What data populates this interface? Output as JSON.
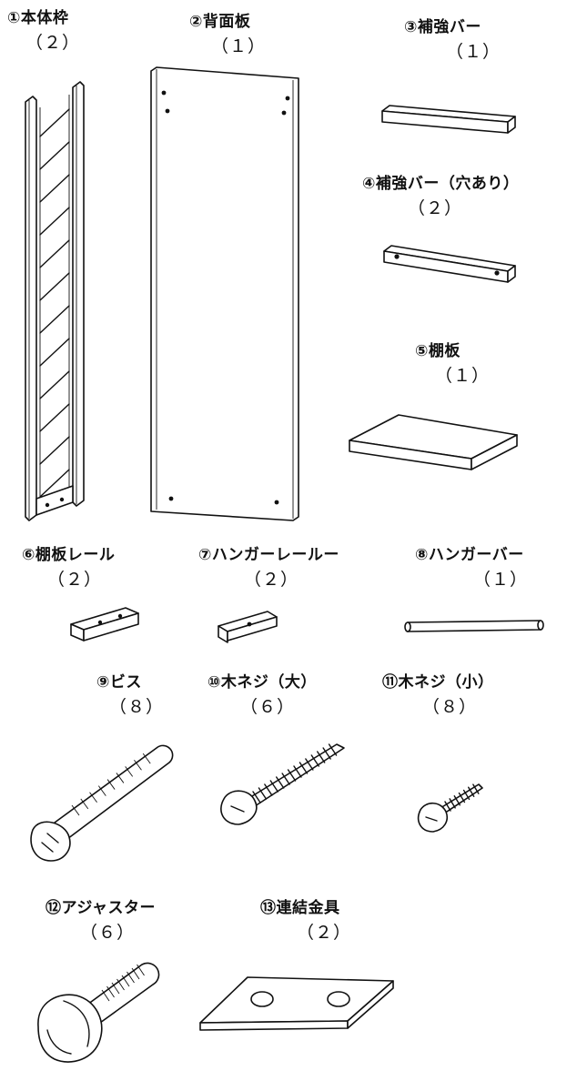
{
  "parts": [
    {
      "name": "①本体枠",
      "qty": "（２）"
    },
    {
      "name": "②背面板",
      "qty": "（１）"
    },
    {
      "name": "③補強バー",
      "qty": "（１）"
    },
    {
      "name": "④補強バー（穴あり）",
      "qty": "（２）"
    },
    {
      "name": "⑤棚板",
      "qty": "（１）"
    },
    {
      "name": "⑥棚板レール",
      "qty": "（２）"
    },
    {
      "name": "⑦ハンガーレールー",
      "qty": "（２）"
    },
    {
      "name": "⑧ハンガーバー",
      "qty": "（１）"
    },
    {
      "name": "⑨ビス",
      "qty": "（８）"
    },
    {
      "name": "⑩木ネジ（大）",
      "qty": "（６）"
    },
    {
      "name": "⑪木ネジ（小）",
      "qty": "（８）"
    },
    {
      "name": "⑫アジャスター",
      "qty": "（６）"
    },
    {
      "name": "⑬連結金具",
      "qty": "（２）"
    }
  ]
}
